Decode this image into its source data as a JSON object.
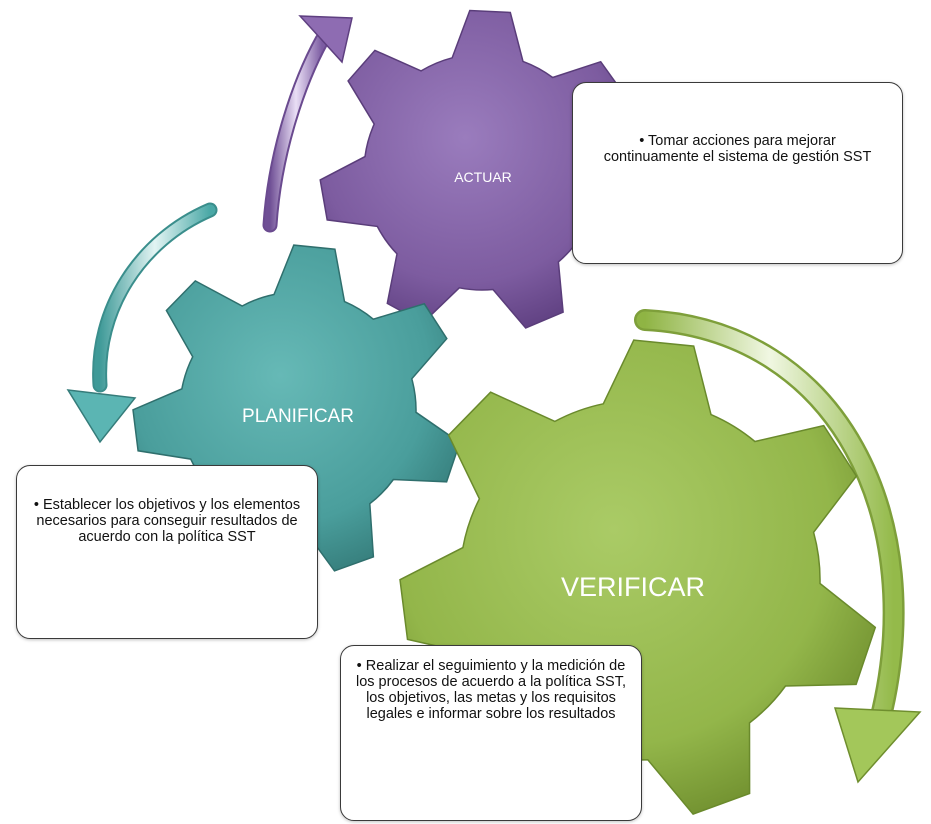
{
  "gears": {
    "actuar": {
      "label": "ACTUAR",
      "color": "#7d5ca0"
    },
    "planificar": {
      "label": "PLANIFICAR",
      "color": "#4a9e9c"
    },
    "verificar": {
      "label": "VERIFICAR",
      "color": "#93b64a"
    }
  },
  "notes": {
    "actuar": "• Tomar acciones para mejorar continuamente el sistema de gestión SST",
    "planificar": "• Establecer los objetivos y los elementos necesarios para conseguir resultados de acuerdo con la política SST",
    "verificar": "• Realizar el seguimiento y la medición de los procesos de acuerdo a la política SST, los objetivos, las metas y los requisitos legales e informar sobre los resultados"
  },
  "arrows": {
    "purple": "#8e6cb2",
    "teal": "#5bb5b3",
    "green": "#a3c75a"
  }
}
